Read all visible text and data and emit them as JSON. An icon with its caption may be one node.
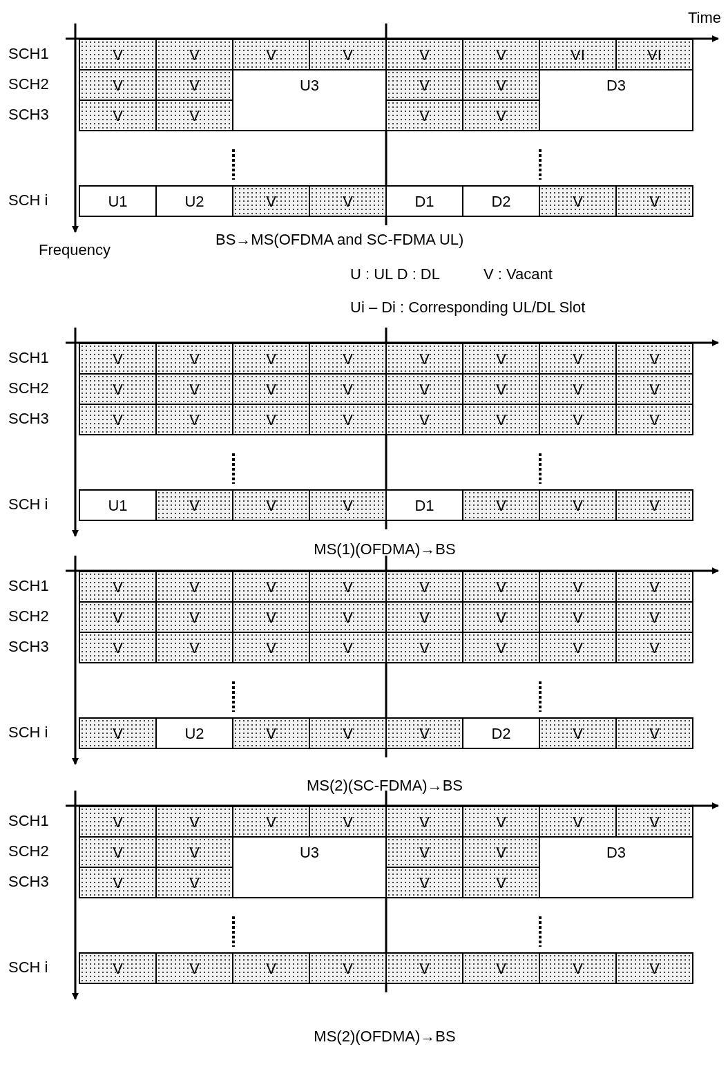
{
  "diagram": {
    "nodes": [
      {
        "text": [
          "V"
        ]
      },
      {
        "text": [
          "V"
        ]
      },
      {
        "text": [
          "V"
        ]
      },
      {
        "text": [
          "V"
        ]
      },
      {
        "text": [
          "V"
        ]
      },
      {
        "text": [
          "V"
        ]
      },
      {
        "text": [
          "VI"
        ]
      },
      {
        "text": [
          "VI"
        ]
      },
      {
        "text": [
          "V"
        ]
      },
      {
        "text": [
          "V"
        ]
      },
      {
        "text": [
          "U3"
        ]
      },
      {
        "text": [
          "V"
        ]
      },
      {
        "text": [
          "V"
        ]
      },
      {
        "text": [
          "D3"
        ]
      },
      {
        "text": [
          "V"
        ]
      },
      {
        "text": [
          "V"
        ]
      },
      {
        "text": [
          "V"
        ]
      },
      {
        "text": [
          "V"
        ]
      },
      {
        "text": [
          "U1"
        ]
      },
      {
        "text": [
          "U2"
        ]
      },
      {
        "text": [
          "V"
        ]
      },
      {
        "text": [
          "V"
        ]
      },
      {
        "text": [
          "D1"
        ]
      },
      {
        "text": [
          "D2"
        ]
      },
      {
        "text": [
          "V"
        ]
      },
      {
        "text": [
          "V"
        ]
      },
      {
        "text": [
          "V"
        ]
      },
      {
        "text": [
          "V"
        ]
      },
      {
        "text": [
          "V"
        ]
      },
      {
        "text": [
          "V"
        ]
      },
      {
        "text": [
          "V"
        ]
      },
      {
        "text": [
          "V"
        ]
      },
      {
        "text": [
          "V"
        ]
      },
      {
        "text": [
          "V"
        ]
      },
      {
        "text": [
          "V"
        ]
      },
      {
        "text": [
          "V"
        ]
      },
      {
        "text": [
          "V"
        ]
      },
      {
        "text": [
          "V"
        ]
      },
      {
        "text": [
          "V"
        ]
      },
      {
        "text": [
          "V"
        ]
      },
      {
        "text": [
          "V"
        ]
      },
      {
        "text": [
          "V"
        ]
      },
      {
        "text": [
          "V"
        ]
      },
      {
        "text": [
          "V"
        ]
      },
      {
        "text": [
          "V"
        ]
      },
      {
        "text": [
          "V"
        ]
      },
      {
        "text": [
          "V"
        ]
      },
      {
        "text": [
          "V"
        ]
      },
      {
        "text": [
          "V"
        ]
      },
      {
        "text": [
          "V"
        ]
      },
      {
        "text": [
          "U1"
        ]
      },
      {
        "text": [
          "V"
        ]
      },
      {
        "text": [
          "V"
        ]
      },
      {
        "text": [
          "V"
        ]
      },
      {
        "text": [
          "D1"
        ]
      },
      {
        "text": [
          "V"
        ]
      },
      {
        "text": [
          "V"
        ]
      },
      {
        "text": [
          "V"
        ]
      },
      {
        "text": [
          "V"
        ]
      },
      {
        "text": [
          "V"
        ]
      },
      {
        "text": [
          "V"
        ]
      },
      {
        "text": [
          "V"
        ]
      },
      {
        "text": [
          "V"
        ]
      },
      {
        "text": [
          "V"
        ]
      },
      {
        "text": [
          "V"
        ]
      },
      {
        "text": [
          "V"
        ]
      },
      {
        "text": [
          "V"
        ]
      },
      {
        "text": [
          "V"
        ]
      },
      {
        "text": [
          "V"
        ]
      },
      {
        "text": [
          "V"
        ]
      },
      {
        "text": [
          "V"
        ]
      },
      {
        "text": [
          "V"
        ]
      },
      {
        "text": [
          "V"
        ]
      },
      {
        "text": [
          "V"
        ]
      },
      {
        "text": [
          "V"
        ]
      },
      {
        "text": [
          "V"
        ]
      },
      {
        "text": [
          "V"
        ]
      },
      {
        "text": [
          "V"
        ]
      },
      {
        "text": [
          "V"
        ]
      },
      {
        "text": [
          "V"
        ]
      },
      {
        "text": [
          "V"
        ]
      },
      {
        "text": [
          "V"
        ]
      },
      {
        "text": [
          "V"
        ]
      },
      {
        "text": [
          "U2"
        ]
      },
      {
        "text": [
          "V"
        ]
      },
      {
        "text": [
          "V"
        ]
      },
      {
        "text": [
          "V"
        ]
      },
      {
        "text": [
          "D2"
        ]
      },
      {
        "text": [
          "V"
        ]
      },
      {
        "text": [
          "V"
        ]
      },
      {
        "text": [
          "V"
        ]
      },
      {
        "text": [
          "V"
        ]
      },
      {
        "text": [
          "V"
        ]
      },
      {
        "text": [
          "V"
        ]
      },
      {
        "text": [
          "V"
        ]
      },
      {
        "text": [
          "V"
        ]
      },
      {
        "text": [
          "V"
        ]
      },
      {
        "text": [
          "V"
        ]
      },
      {
        "text": [
          "V"
        ]
      },
      {
        "text": [
          "V"
        ]
      },
      {
        "text": [
          "U3"
        ]
      },
      {
        "text": [
          "V"
        ]
      },
      {
        "text": [
          "V"
        ]
      },
      {
        "text": [
          "D3"
        ]
      },
      {
        "text": [
          "V"
        ]
      },
      {
        "text": [
          "V"
        ]
      },
      {
        "text": [
          "V"
        ]
      },
      {
        "text": [
          "V"
        ]
      },
      {
        "text": [
          "V"
        ]
      },
      {
        "text": [
          "V"
        ]
      },
      {
        "text": [
          "V"
        ]
      },
      {
        "text": [
          "V"
        ]
      },
      {
        "text": [
          "V"
        ]
      },
      {
        "text": [
          "V"
        ]
      },
      {
        "text": [
          "V"
        ]
      },
      {
        "text": [
          "V"
        ]
      }
    ],
    "labels": [
      "Time",
      "SCH1",
      "SCH2",
      "SCH3",
      "SCH i",
      "Frequency",
      "BS→MS(OFDMA and SC-FDMA UL)",
      "U : UL D : DL",
      "V : Vacant",
      "Ui – Di : Corresponding UL/DL Slot",
      "SCH1",
      "SCH2",
      "SCH3",
      "SCH i",
      "MS(1)(OFDMA)→BS",
      "SCH1",
      "SCH2",
      "SCH3",
      "SCH i",
      "MS(2)(SC-FDMA)→BS",
      "SCH1",
      "SCH2",
      "SCH3",
      "SCH i",
      "MS(2)(OFDMA)→BS"
    ]
  }
}
